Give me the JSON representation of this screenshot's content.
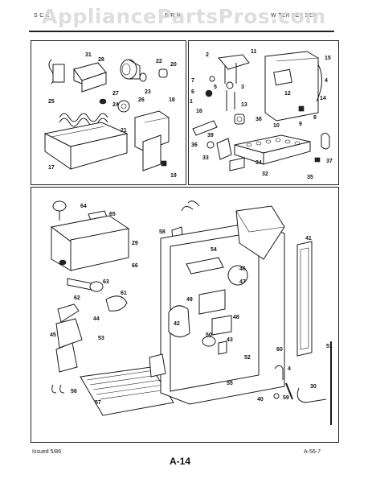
{
  "watermark": "AppliancePartsPros.com",
  "header": {
    "left": "S    C    E",
    "middle": "B  R     R",
    "right": "W  TER    I   E    I  SER"
  },
  "callouts": {
    "top_left": [
      "31",
      "28",
      "22",
      "20",
      "23",
      "27",
      "24",
      "26",
      "25",
      "21",
      "18",
      "17",
      "19"
    ],
    "top_right": [
      "2",
      "11",
      "15",
      "4",
      "7",
      "6",
      "5",
      "3",
      "14",
      "12",
      "16",
      "13",
      "1",
      "38",
      "8",
      "10",
      "9",
      "39",
      "36",
      "33",
      "34",
      "32",
      "37",
      "35"
    ],
    "bottom": [
      "64",
      "65",
      "29",
      "66",
      "63",
      "61",
      "62",
      "58",
      "54",
      "46",
      "47",
      "49",
      "48",
      "41",
      "42",
      "50",
      "43",
      "44",
      "53",
      "45",
      "60",
      "51",
      "4",
      "30",
      "59",
      "56",
      "57",
      "52",
      "55",
      "40"
    ]
  },
  "footer": {
    "issued": "Issued 5/86",
    "page": "A-14",
    "ref": "A-56-7"
  }
}
